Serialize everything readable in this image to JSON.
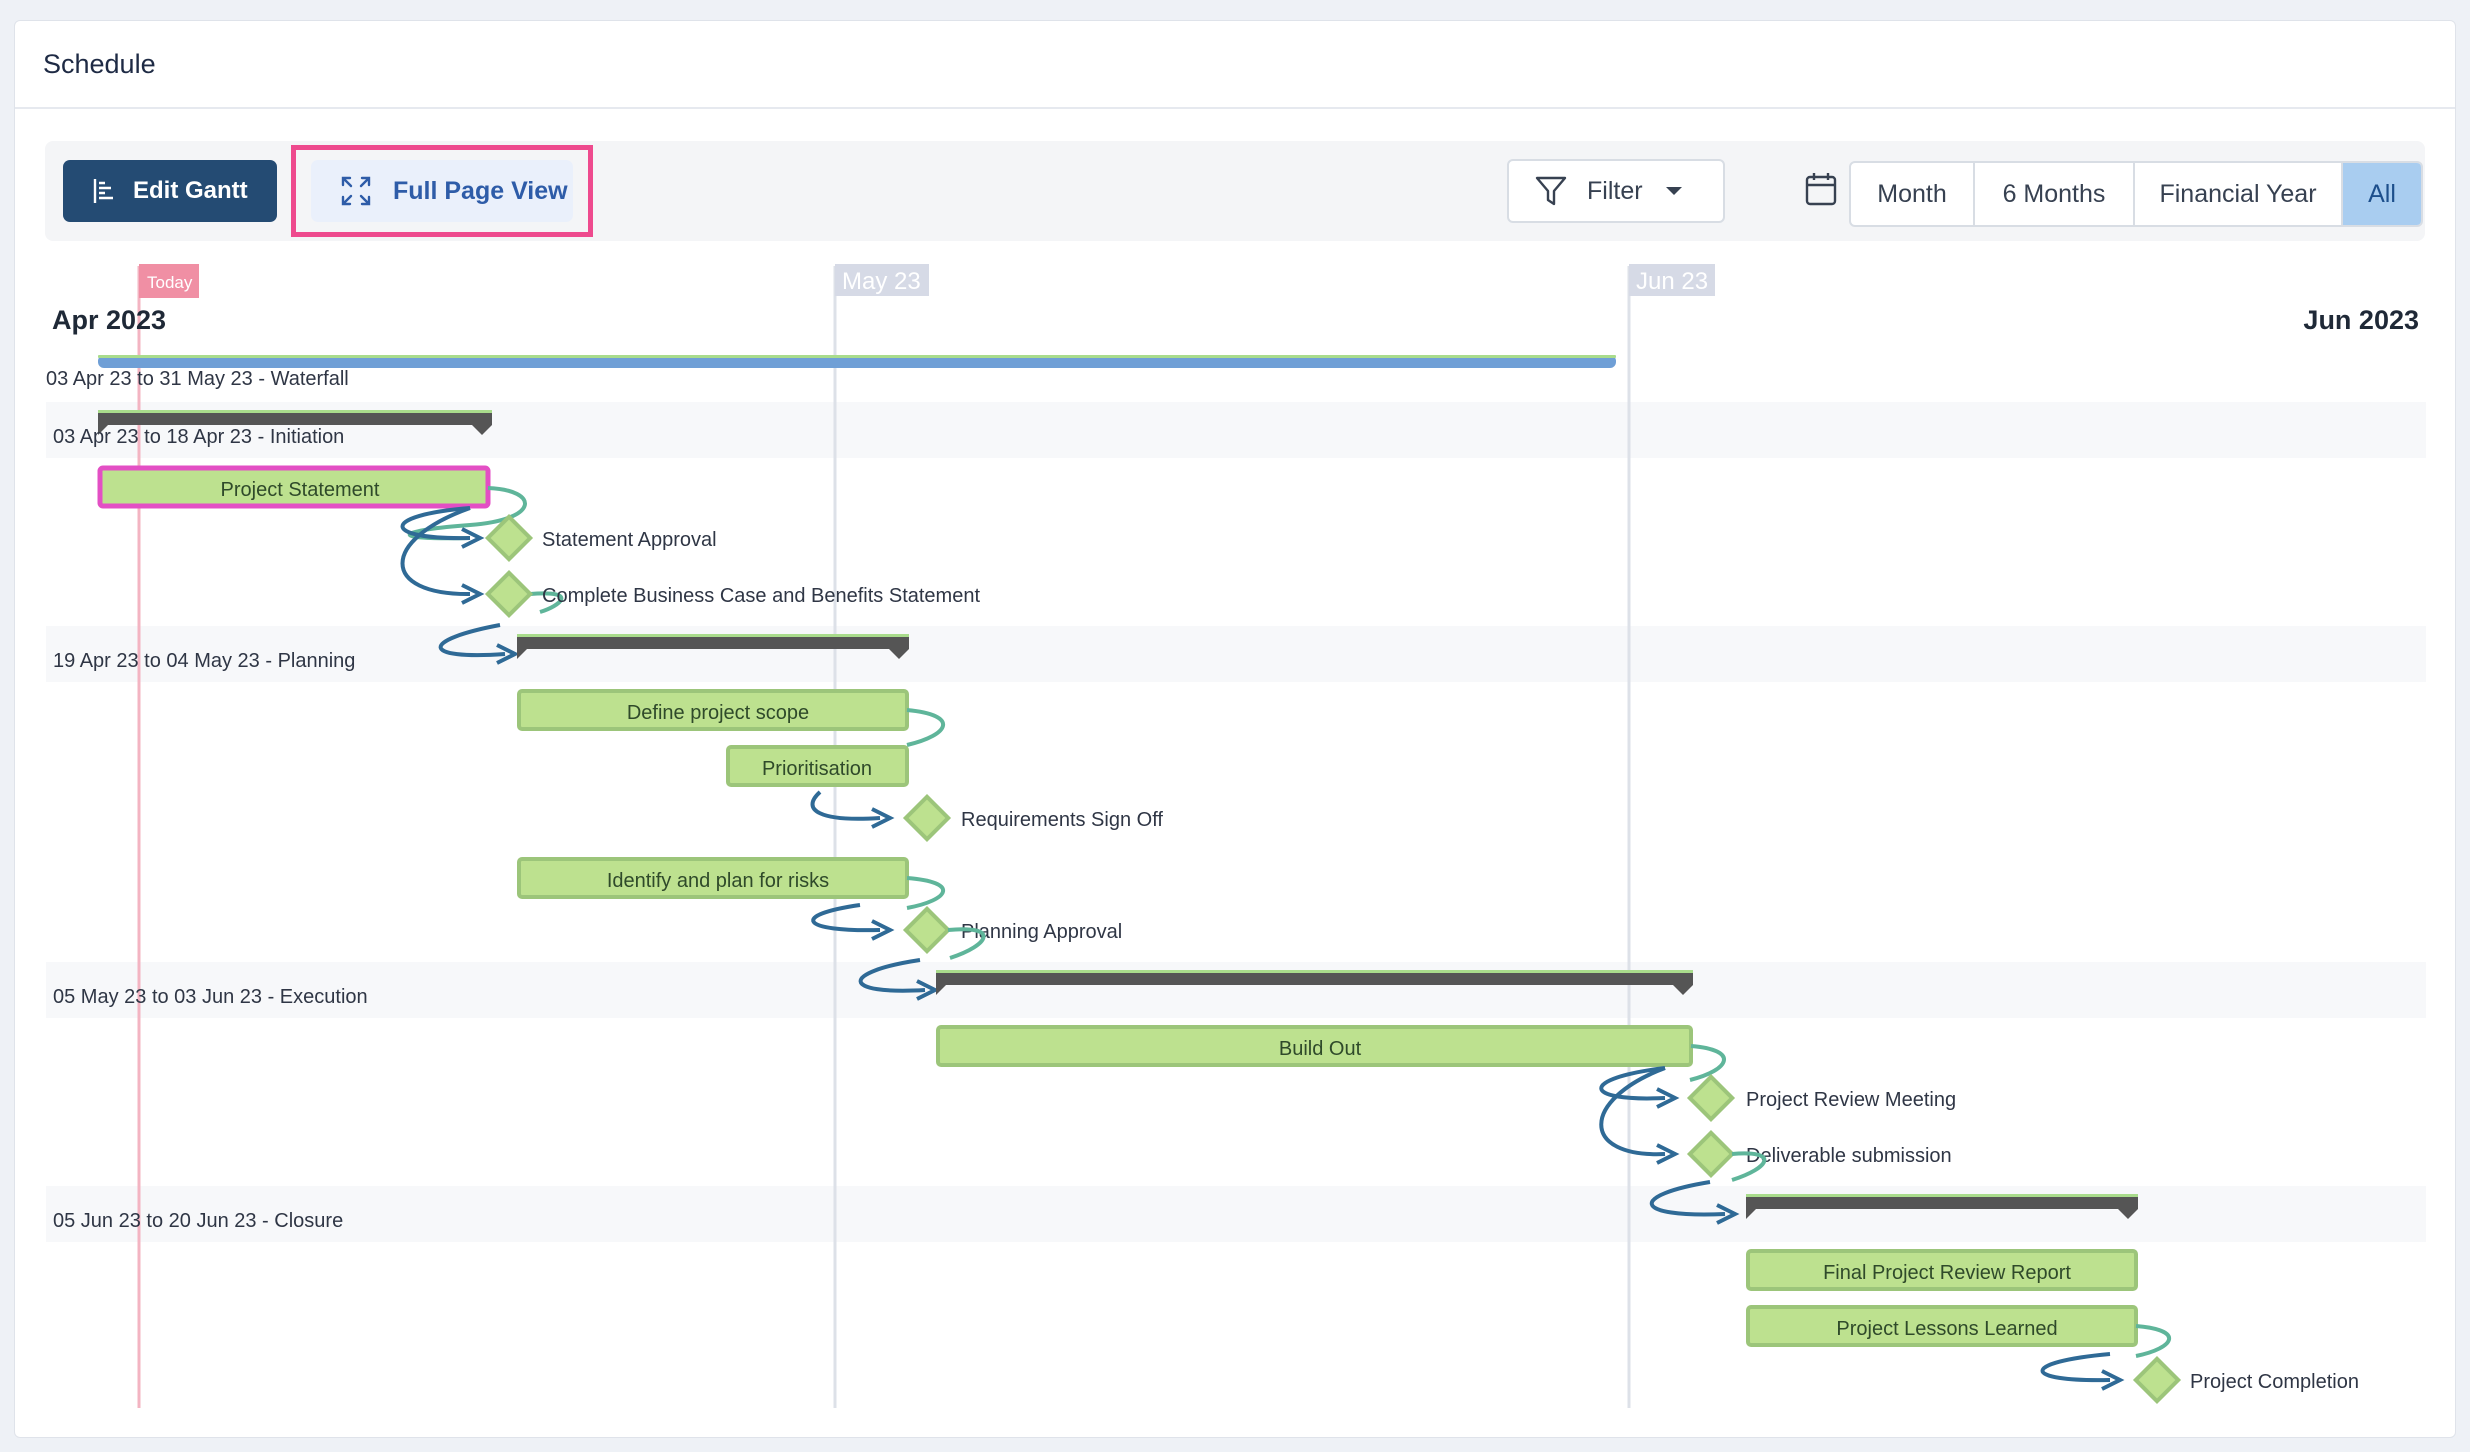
{
  "card": {
    "title": "Schedule"
  },
  "toolbar": {
    "edit_label": "Edit Gantt",
    "full_page_label": "Full Page View",
    "filter_label": "Filter",
    "ranges": [
      {
        "label": "Month",
        "active": false
      },
      {
        "label": "6 Months",
        "active": false
      },
      {
        "label": "Financial Year",
        "active": false
      },
      {
        "label": "All",
        "active": true
      }
    ]
  },
  "timeline": {
    "today_label": "Today",
    "left_label": "Apr 2023",
    "right_label": "Jun 2023",
    "month_markers": [
      "May 23",
      "Jun 23"
    ]
  },
  "colors": {
    "task_fill": "#bde18f",
    "task_border": "#9cc57a",
    "phase_bar": "#555555",
    "project_bar": "#6f9fd6",
    "highlight": "#e34fc4",
    "today": "#f08fa4",
    "link_dark": "#2f6a96",
    "link_light": "#5fb59a"
  },
  "rows": [
    {
      "kind": "project",
      "label": "03 Apr 23 to 31 May 23 - Waterfall"
    },
    {
      "kind": "phase",
      "label": "03 Apr 23 to 18 Apr 23 - Initiation"
    },
    {
      "kind": "task",
      "label": "Project Statement",
      "highlighted": true
    },
    {
      "kind": "milestone",
      "label": "Statement Approval"
    },
    {
      "kind": "milestone",
      "label": "Complete Business Case and Benefits Statement"
    },
    {
      "kind": "phase",
      "label": "19 Apr 23 to 04 May 23 - Planning"
    },
    {
      "kind": "task",
      "label": "Define project scope"
    },
    {
      "kind": "task",
      "label": "Prioritisation"
    },
    {
      "kind": "milestone",
      "label": "Requirements Sign Off"
    },
    {
      "kind": "task",
      "label": "Identify and plan for risks"
    },
    {
      "kind": "milestone",
      "label": "Planning Approval"
    },
    {
      "kind": "phase",
      "label": "05 May 23 to 03 Jun 23 - Execution"
    },
    {
      "kind": "task",
      "label": "Build Out"
    },
    {
      "kind": "milestone",
      "label": "Project Review Meeting"
    },
    {
      "kind": "milestone",
      "label": "Deliverable submission"
    },
    {
      "kind": "phase",
      "label": "05 Jun 23 to 20 Jun 23 - Closure"
    },
    {
      "kind": "task",
      "label": "Final Project Review Report"
    },
    {
      "kind": "task",
      "label": "Project Lessons Learned"
    },
    {
      "kind": "milestone",
      "label": "Project Completion"
    }
  ]
}
